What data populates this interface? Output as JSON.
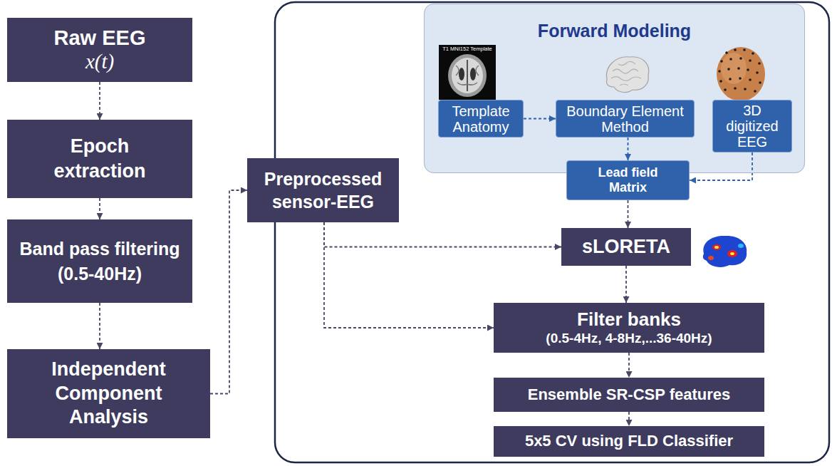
{
  "diagram": {
    "nodes": [
      {
        "text": [
          "Raw EEG",
          "x(t)"
        ]
      },
      {
        "text": [
          "Epoch extraction"
        ]
      },
      {
        "text": [
          "Band pass filtering (0.5-40Hz)"
        ]
      },
      {
        "text": [
          "Independent Component Analysis"
        ]
      },
      {
        "text": [
          "Preprocessed sensor-EEG"
        ]
      },
      {
        "text": [
          "Forward Modeling"
        ]
      },
      {
        "text": [
          "Template Anatomy"
        ],
        "in": 5
      },
      {
        "text": [
          "Boundary Element Method"
        ],
        "in": 5
      },
      {
        "text": [
          "3D digitized EEG"
        ],
        "in": 5
      },
      {
        "text": [
          "Lead field Matrix"
        ]
      },
      {
        "text": [
          "sLORETA"
        ]
      },
      {
        "text": [
          "Filter banks",
          "(0.5-4Hz, 4-8Hz,...36-40Hz)"
        ]
      },
      {
        "text": [
          "Ensemble SR-CSP features"
        ]
      },
      {
        "text": [
          "5x5 CV using FLD Classifier"
        ]
      }
    ],
    "edges": [
      {
        "from": 0,
        "to": 1,
        "arrow": "to"
      },
      {
        "from": 1,
        "to": 2,
        "arrow": "to"
      },
      {
        "from": 2,
        "to": 3,
        "arrow": "to"
      },
      {
        "from": 3,
        "to": 4,
        "arrow": "to"
      },
      {
        "from": 6,
        "to": 7,
        "arrow": "to"
      },
      {
        "from": 7,
        "to": 9,
        "arrow": "to"
      },
      {
        "from": 8,
        "to": 9,
        "arrow": "to"
      },
      {
        "from": 9,
        "to": 10,
        "arrow": "to"
      },
      {
        "from": 4,
        "to": 10,
        "arrow": "to"
      },
      {
        "from": 4,
        "to": 11,
        "arrow": "to"
      },
      {
        "from": 10,
        "to": 11,
        "arrow": "to"
      },
      {
        "from": 11,
        "to": 12,
        "arrow": "to"
      },
      {
        "from": 12,
        "to": 13,
        "arrow": "to"
      }
    ],
    "labels": [
      "T1 MNI152 Template"
    ]
  }
}
